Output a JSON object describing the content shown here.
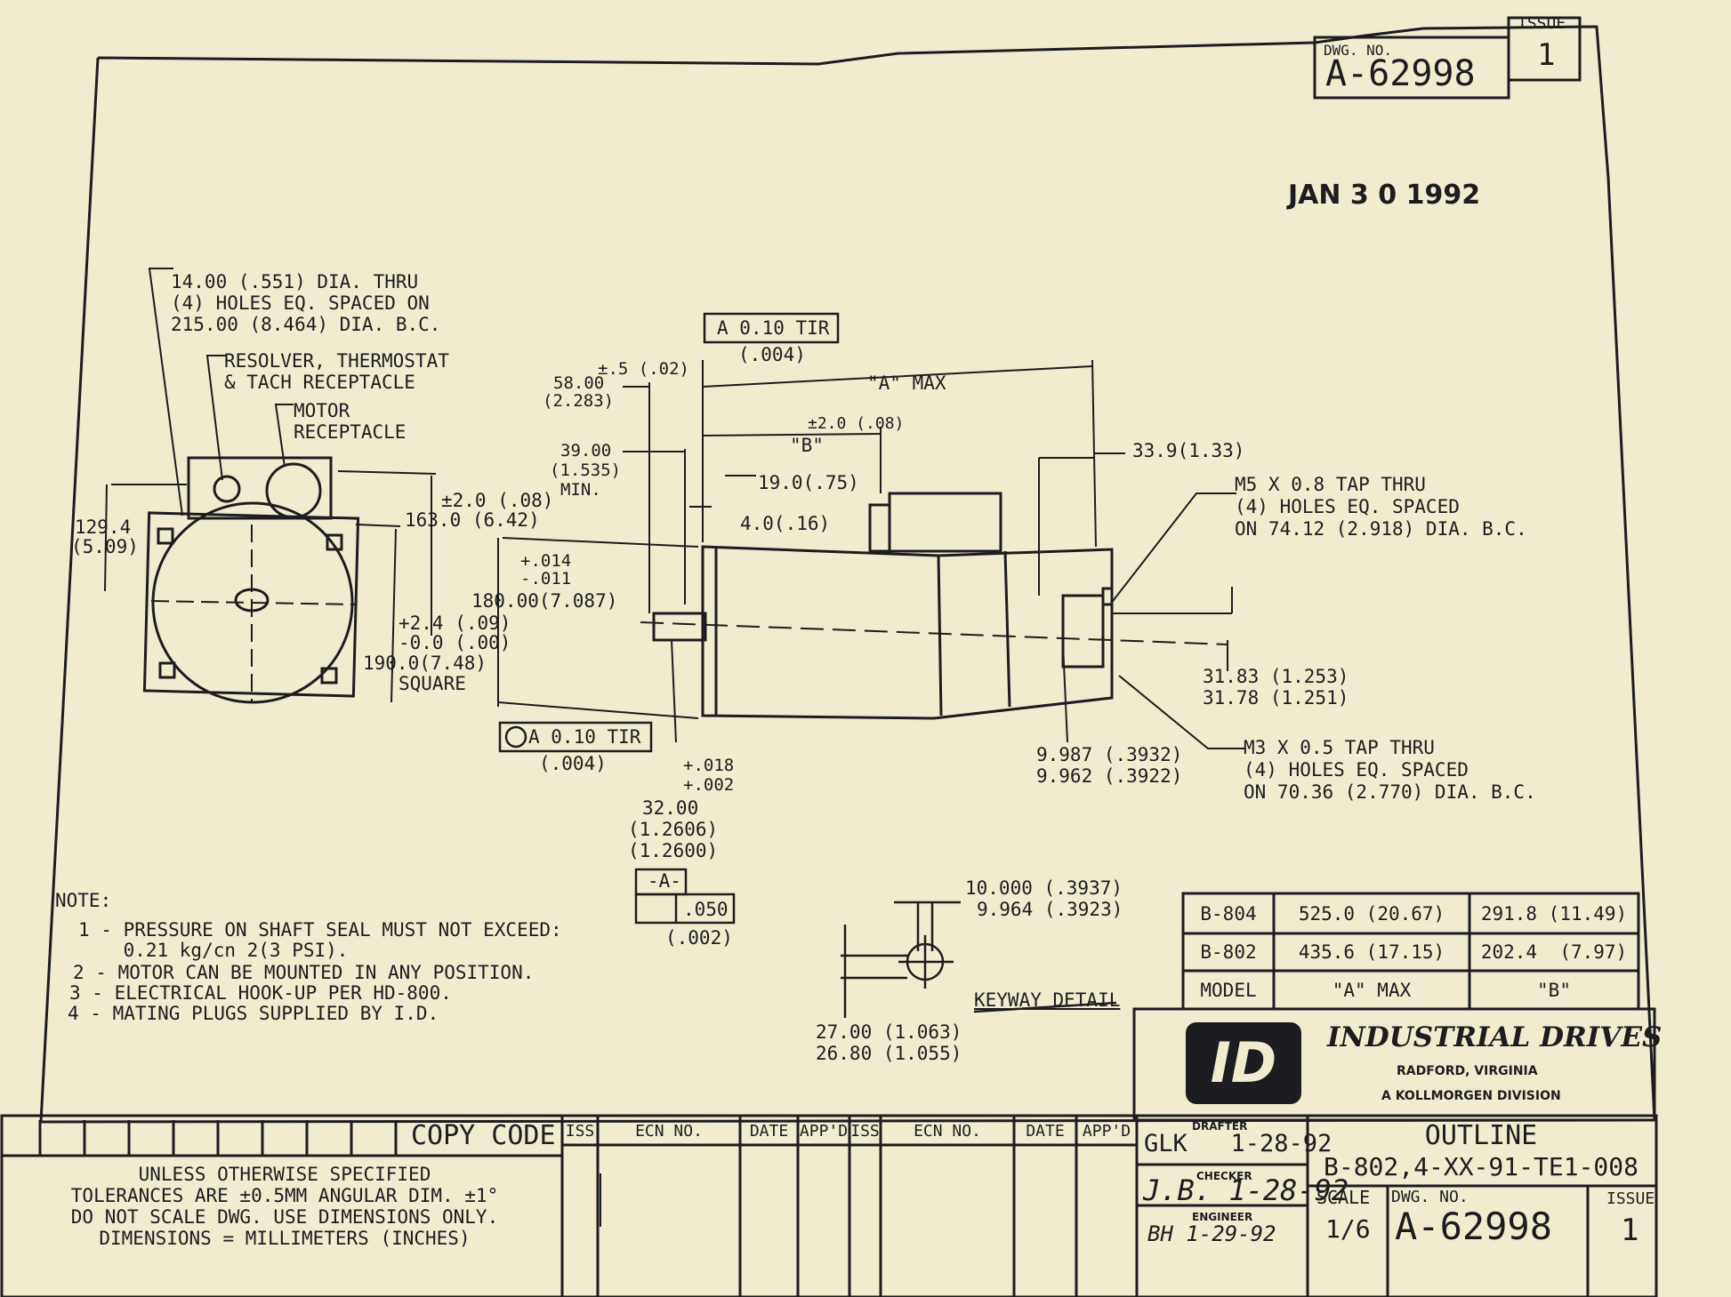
{
  "title_block_top": {
    "dwg_no_label": "DWG. NO.",
    "dwg_no": "A-62998",
    "issue_label": "ISSUE",
    "issue": "1"
  },
  "stamp_date": "JAN 3 0 1992",
  "front_view": {
    "holes_note": [
      "14.00 (.551) DIA. THRU",
      "(4) HOLES EQ. SPACED ON",
      "215.00 (8.464) DIA. B.C."
    ],
    "resolver_note": [
      "RESOLVER, THERMOSTAT",
      "& TACH RECEPTACLE"
    ],
    "motor_note": [
      "MOTOR",
      "RECEPTACLE"
    ],
    "dim_129": [
      "129.4",
      "(5.09)"
    ],
    "dim_163": [
      "±2.0 (.08)",
      "163.0 (6.42)"
    ],
    "dim_190": [
      "+2.4 (.09)",
      "-0.0 (.00)",
      "190.0(7.48)",
      "SQUARE"
    ]
  },
  "side_view": {
    "tir_top": [
      "A 0.10 TIR",
      "(.004)"
    ],
    "dim_58": [
      "±.5 (.02)",
      "58.00",
      "(2.283)"
    ],
    "a_max": "\"A\" MAX",
    "b_dim": [
      "±2.0 (.08)",
      "\"B\""
    ],
    "dim_39": [
      "39.00",
      "(1.535)",
      "MIN."
    ],
    "dim_19": "19.0(.75)",
    "dim_4": "4.0(.16)",
    "dim_339": "33.9(1.33)",
    "tol_014": [
      "+.014",
      "-.011"
    ],
    "dim_180": "180.00(7.087)",
    "tir_bottom": [
      "A 0.10 TIR",
      "(.004)"
    ],
    "m5_note": [
      "M5 X 0.8 TAP THRU",
      "(4) HOLES EQ. SPACED",
      "ON 74.12 (2.918) DIA. B.C."
    ],
    "dim_3183": [
      "31.83 (1.253)",
      "31.78 (1.251)"
    ],
    "dim_9987": [
      "9.987 (.3932)",
      "9.962 (.3922)"
    ],
    "m3_note": [
      "M3 X 0.5 TAP THRU",
      "(4) HOLES EQ. SPACED",
      "ON 70.36 (2.770) DIA. B.C."
    ],
    "tol_018": [
      "+.018",
      "+.002"
    ],
    "dim_32": [
      "32.00",
      "(1.2606)",
      "(1.2600)"
    ],
    "datum_a": "-A-",
    "runout": [
      ".050",
      "(.002)"
    ]
  },
  "keyway": {
    "dim_10": [
      "10.000 (.3937)",
      "9.964 (.3923)"
    ],
    "dim_27": [
      "27.00 (1.063)",
      "26.80 (1.055)"
    ],
    "label": "KEYWAY DETAIL"
  },
  "notes": {
    "heading": "NOTE:",
    "items": [
      "1 - PRESSURE ON SHAFT SEAL MUST NOT EXCEED:",
      "    0.21 kg/cn 2(3 PSI).",
      "2 - MOTOR CAN BE MOUNTED IN ANY POSITION.",
      "3 - ELECTRICAL HOOK-UP PER HD-800.",
      "4 - MATING PLUGS SUPPLIED BY I.D."
    ]
  },
  "model_table": {
    "rows": [
      [
        "B-804",
        "525.0 (20.67)",
        "291.8 (11.49)"
      ],
      [
        "B-802",
        "435.6 (17.15)",
        "202.4  (7.97)"
      ],
      [
        "MODEL",
        "\"A\" MAX",
        "\"B\""
      ]
    ]
  },
  "company": {
    "logo": "ID",
    "name": "INDUSTRIAL DRIVES",
    "city": "RADFORD, VIRGINIA",
    "division": "A KOLLMORGEN DIVISION"
  },
  "title_block": {
    "copy_code": "COPY CODE",
    "tolerances": [
      "UNLESS OTHERWISE SPECIFIED",
      "TOLERANCES ARE ±0.5MM ANGULAR DIM. ±1°",
      "DO NOT SCALE DWG. USE DIMENSIONS ONLY.",
      "DIMENSIONS = MILLIMETERS (INCHES)"
    ],
    "rev_headers": [
      "ISS",
      "ECN NO.",
      "DATE",
      "APP'D",
      "ISS",
      "ECN NO.",
      "DATE",
      "APP'D"
    ],
    "drafter_label": "DRAFTER",
    "drafter": "GLK   1-28-92",
    "checker_label": "CHECKER",
    "checker": "J.B. 1-28-92",
    "engineer_label": "ENGINEER",
    "engineer": "BH 1-29-92",
    "outline": "OUTLINE",
    "part_no": "B-802,4-XX-91-TE1-008",
    "scale_label": "SCALE",
    "scale": "1/6",
    "dwg_no_label": "DWG. NO.",
    "dwg_no": "A-62998",
    "issue_label": "ISSUE",
    "issue": "1"
  }
}
